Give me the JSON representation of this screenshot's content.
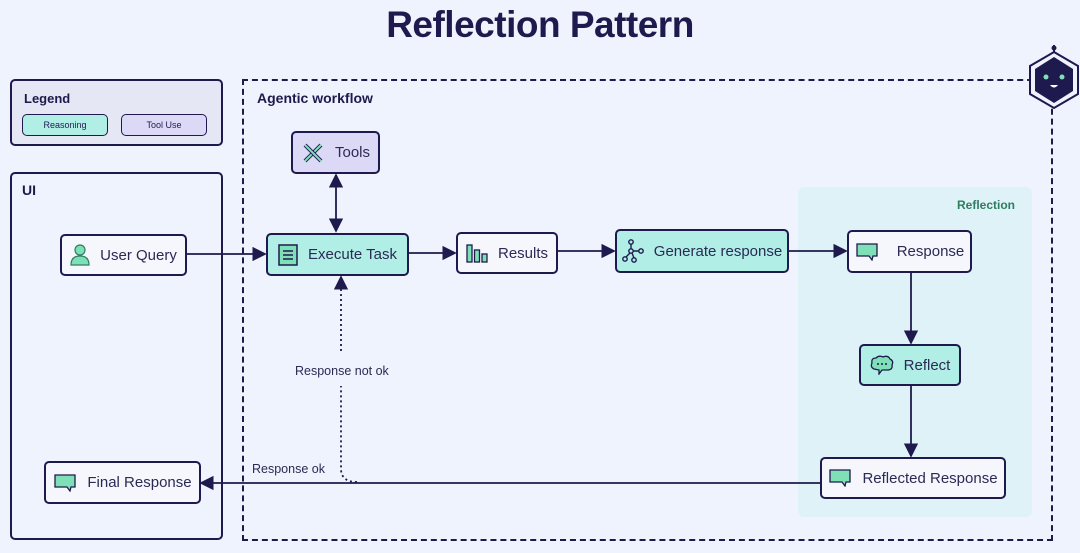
{
  "title": "Reflection Pattern",
  "legend": {
    "title": "Legend",
    "reasoning": "Reasoning",
    "tool_use": "Tool Use"
  },
  "ui": {
    "title": "UI",
    "user_query": "User Query",
    "final_response": "Final Response"
  },
  "agentic": {
    "title": "Agentic workflow",
    "tools": "Tools",
    "execute_task": "Execute Task",
    "results": "Results",
    "generate_response": "Generate response"
  },
  "reflection": {
    "title": "Reflection",
    "response": "Response",
    "reflect": "Reflect",
    "reflected_response": "Reflected Response"
  },
  "edges": {
    "not_ok": "Response not ok",
    "ok": "Response ok"
  },
  "colors": {
    "navy": "#1e1a4d",
    "reasoning": "#b0eee6",
    "tool_use": "#dcd9f7",
    "reflection_bg": "#dff2f8",
    "icon_green": "#7fe0b8"
  }
}
